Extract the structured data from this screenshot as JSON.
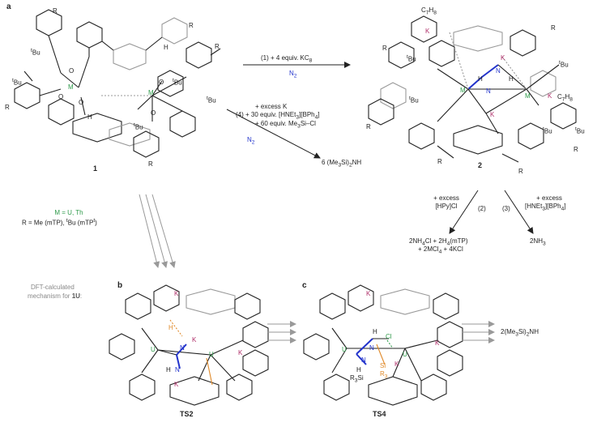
{
  "panels": {
    "a": "a",
    "b": "b",
    "c": "c"
  },
  "compounds": {
    "c1": "1",
    "c2": "2",
    "ts2": "TS2",
    "ts4": "TS4"
  },
  "step1": {
    "reagent": "(1)  + 4 equiv. KC",
    "sub": "8",
    "atm": "N"
  },
  "step4": {
    "l1": "+ excess K",
    "l2": "(4)  + 30 equiv. [HNEt",
    "l2b": "][BPh",
    "l2c": "]",
    "l3": "+ 60 equiv. Me",
    "l3b": "Si–Cl",
    "atm": "N",
    "product": "6  (Me",
    "product_b": "Si)",
    "product_c": "NH"
  },
  "step2": {
    "l1": "+ excess",
    "l2": "[HPy]Cl",
    "num": "(2)",
    "prod1": "2NH",
    "prod1b": "Cl  +  2H",
    "prod1c": "(mTP)",
    "prod2": "+ 2MCl",
    "prod2b": "  + 4KCl"
  },
  "step3": {
    "l1": "+ excess",
    "l2": "[HNEt",
    "l2b": "][BPh",
    "l2c": "]",
    "num": "(3)",
    "prod": "2NH"
  },
  "legend": {
    "metal": "M = U, Th",
    "r": "R = Me (mTP), ",
    "rb": "Bu (mTP",
    "rc": ")"
  },
  "dft": {
    "l1": "DFT-calculated",
    "l2": "mechanism for ",
    "l2b": "1U",
    "l2c": ":"
  },
  "final_product": {
    "a": "2(Me",
    "b": "Si)",
    "c": "NH"
  },
  "atoms": {
    "M": "M",
    "K": "K",
    "O": "O",
    "H": "H",
    "N": "N",
    "U": "U",
    "R": "R",
    "tBu": "Bu",
    "C7H8": "C",
    "Cl": "Cl",
    "Si": "Si",
    "R3Si": "R",
    "R3": "R"
  },
  "sub": {
    "two": "2",
    "three": "3",
    "four": "4",
    "seven": "7",
    "eight": "8",
    "t": "t"
  }
}
